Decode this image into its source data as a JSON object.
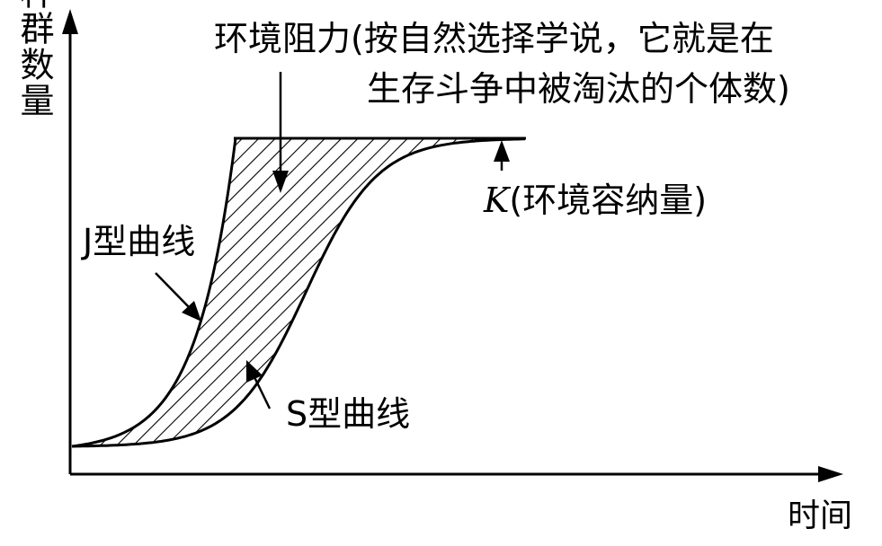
{
  "y_axis_label": "种群数量",
  "x_axis_label": "时间",
  "resistance_label_line1": "环境阻力(按自然选择学说，它就是在",
  "resistance_label_line2": "生存斗争中被淘汰的个体数)",
  "k_symbol": "K",
  "k_label": "(环境容纳量)",
  "j_curve_label": "J型曲线",
  "s_curve_label": "S型曲线",
  "colors": {
    "ink": "#000000",
    "background": "#ffffff"
  }
}
